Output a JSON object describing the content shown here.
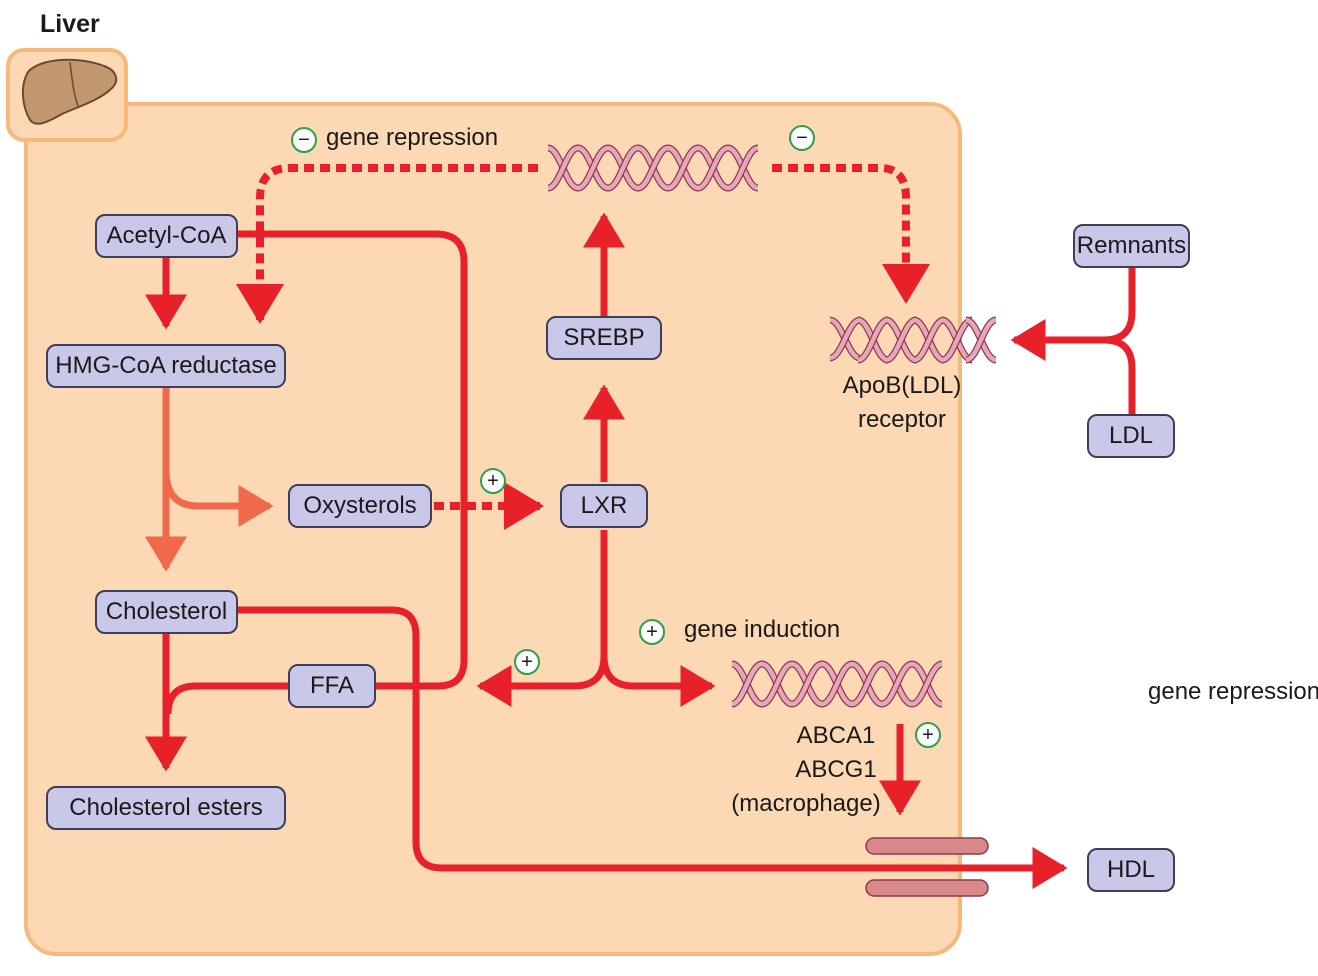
{
  "title": "Liver",
  "nodes": {
    "acetyl_coa": "Acetyl-CoA",
    "hmg_coa": "HMG-CoA reductase",
    "oxysterols": "Oxysterols",
    "lxr": "LXR",
    "srebp": "SREBP",
    "cholesterol": "Cholesterol",
    "ffa": "FFA",
    "cholesterol_esters": "Cholesterol esters",
    "remnants": "Remnants",
    "ldl": "LDL",
    "hdl": "HDL"
  },
  "labels": {
    "gene_repression_top": "gene repression",
    "gene_induction": "gene induction",
    "gene_repression_right": "gene repression",
    "apob_line1": "ApoB(LDL)",
    "apob_line2": "receptor",
    "abca1": "ABCA1",
    "abcg1": "ABCG1",
    "macrophage": "(macrophage)"
  },
  "signs": {
    "minus": "−",
    "plus": "+"
  },
  "colors": {
    "arrow_red": "#e8202a",
    "arrow_orange": "#f0694a",
    "cell_fill": "#fcd9b4",
    "cell_border": "#f7b97a",
    "node_fill": "#c9c8e8",
    "node_border": "#3e3e5a",
    "dna_pink": "#e7a7b9",
    "dna_outline": "#8a3a50",
    "membrane": "#d9888a",
    "sign_green": "#2aa14a"
  }
}
